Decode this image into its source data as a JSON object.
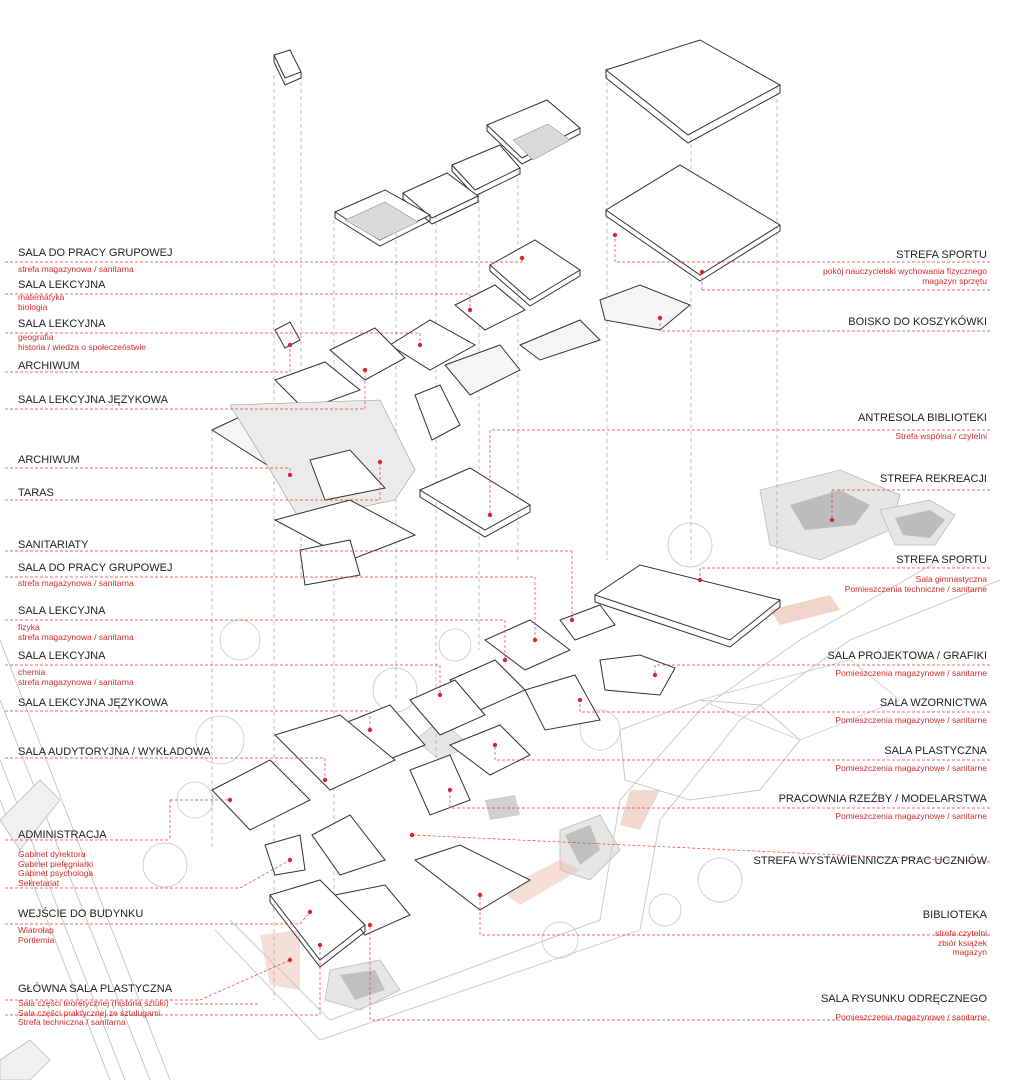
{
  "colors": {
    "accent": "#d42a2a",
    "line": "#333333",
    "leader": "#e04040",
    "text": "#222222",
    "shade": "#d9d9d9",
    "path": "#e8b9a5"
  },
  "labels_left": [
    {
      "id": "l1",
      "title": "SALA DO PRACY GRUPOWEJ",
      "subs": [
        "strefa magazynowa / sanitarna"
      ]
    },
    {
      "id": "l2",
      "title": "SALA LEKCYJNA",
      "subs": [
        "matematyka",
        "biologia"
      ]
    },
    {
      "id": "l3",
      "title": "SALA LEKCYJNA",
      "subs": [
        "geografia",
        "historia / wiedza o społeczeństwie"
      ]
    },
    {
      "id": "l4",
      "title": "ARCHIWUM",
      "subs": []
    },
    {
      "id": "l5",
      "title": "SALA LEKCYJNA JĘZYKOWA",
      "subs": []
    },
    {
      "id": "l6",
      "title": "ARCHIWUM",
      "subs": []
    },
    {
      "id": "l7",
      "title": "TARAS",
      "subs": []
    },
    {
      "id": "l8",
      "title": "SANITARIATY",
      "subs": []
    },
    {
      "id": "l9",
      "title": "SALA DO PRACY GRUPOWEJ",
      "subs": [
        "strefa magazynowa / sanitarna"
      ]
    },
    {
      "id": "l10",
      "title": "SALA LEKCYJNA",
      "subs": [
        "fizyka",
        "strefa magazynowa / sanitarna"
      ]
    },
    {
      "id": "l11",
      "title": "SALA LEKCYJNA",
      "subs": [
        "chemia",
        "strefa magazynowa / sanitarna"
      ]
    },
    {
      "id": "l12",
      "title": "SALA LEKCYJNA JĘZYKOWA",
      "subs": []
    },
    {
      "id": "l13",
      "title": "SALA  AUDYTORYJNA / WYKŁADOWA",
      "subs": []
    },
    {
      "id": "l14",
      "title": "ADMINISTRACJA",
      "subs": [
        "Gabinet dyrektora",
        "Gabinet pielęgniarki",
        "Gabinet psychologa",
        "Sekretariat"
      ]
    },
    {
      "id": "l15",
      "title": "WEJŚCIE DO BUDYNKU",
      "subs": [
        "Wiatrołap",
        "Portiernia"
      ]
    },
    {
      "id": "l16",
      "title": "GŁÓWNA SALA PLASTYCZNA",
      "subs": [
        "Sala części teoretycznej (historia sztuki)",
        "Sala części praktycznej ze sztalugami",
        "Strefa techniczna / sanitarna"
      ]
    }
  ],
  "labels_right": [
    {
      "id": "r1",
      "title": "STREFA SPORTU",
      "subs": [
        "pokój nauczycielski wychowania fizycznego",
        "magazyn sprzętu"
      ]
    },
    {
      "id": "r2",
      "title": "BOISKO DO KOSZYKÓWKI",
      "subs": []
    },
    {
      "id": "r3",
      "title": "ANTRESOLA BIBLIOTEKI",
      "subs": [
        "Strefa wspólna / czytelni"
      ]
    },
    {
      "id": "r4",
      "title": "STREFA REKREACJI",
      "subs": []
    },
    {
      "id": "r5",
      "title": "STREFA SPORTU",
      "subs": [
        "Sala gimnastyczna",
        "Pomieszczenia techniczne / sanitarne"
      ]
    },
    {
      "id": "r6",
      "title": "SALA PROJEKTOWA / GRAFIKI",
      "subs": [
        "Pomieszczenia magazynowe / sanitarne"
      ]
    },
    {
      "id": "r7",
      "title": "SALA WZORNICTWA",
      "subs": [
        "Pomieszczenia magazynowe / sanitarne"
      ]
    },
    {
      "id": "r8",
      "title": "SALA PLASTYCZNA",
      "subs": [
        "Pomieszczenia magazynowe / sanitarne"
      ]
    },
    {
      "id": "r9",
      "title": "PRACOWNIA RZEŹBY / MODELARSTWA",
      "subs": [
        "Pomieszczenia magazynowe / sanitarne"
      ]
    },
    {
      "id": "r10",
      "title": "STREFA WYSTAWIENNICZA PRAC UCZNIÓW",
      "subs": []
    },
    {
      "id": "r11",
      "title": "BIBLIOTEKA",
      "subs": [
        "strefa czytelni",
        "zbiór książek",
        "magazyn"
      ]
    },
    {
      "id": "r12",
      "title": "SALA RYSUNKU ODRĘCZNEGO",
      "subs": [
        "Pomieszczenia magazynowe / sanitarne"
      ]
    }
  ]
}
